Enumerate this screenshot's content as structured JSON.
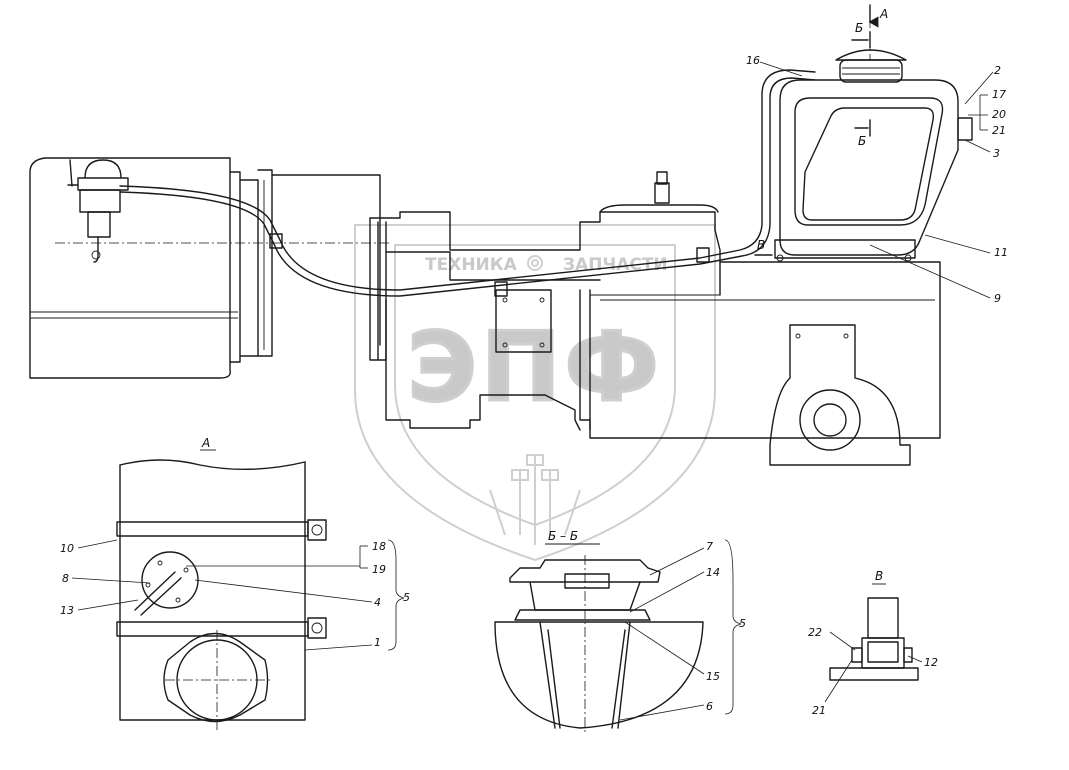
{
  "watermark": {
    "brand_left": "ТЕХНИКА",
    "brand_right": "ЗАПЧАСТИ",
    "logo": "ЭПФ",
    "color": "#c9c9c9"
  },
  "views": {
    "view_a": "А",
    "view_bb": "Б – Б",
    "view_v": "В",
    "marker_a": "А",
    "marker_b_top": "Б",
    "marker_b_mid": "Б",
    "marker_v": "В"
  },
  "callouts": [
    {
      "id": "16",
      "text": "16"
    },
    {
      "id": "2",
      "text": "2"
    },
    {
      "id": "17",
      "text": "17"
    },
    {
      "id": "20",
      "text": "20"
    },
    {
      "id": "21-top",
      "text": "21"
    },
    {
      "id": "3",
      "text": "3"
    },
    {
      "id": "11",
      "text": "11"
    },
    {
      "id": "9",
      "text": "9"
    },
    {
      "id": "10",
      "text": "10"
    },
    {
      "id": "8",
      "text": "8"
    },
    {
      "id": "13",
      "text": "13"
    },
    {
      "id": "18",
      "text": "18"
    },
    {
      "id": "19",
      "text": "19"
    },
    {
      "id": "4",
      "text": "4"
    },
    {
      "id": "5-left",
      "text": "5"
    },
    {
      "id": "1",
      "text": "1"
    },
    {
      "id": "7",
      "text": "7"
    },
    {
      "id": "14",
      "text": "14"
    },
    {
      "id": "15",
      "text": "15"
    },
    {
      "id": "6",
      "text": "6"
    },
    {
      "id": "5-right",
      "text": "5"
    },
    {
      "id": "22",
      "text": "22"
    },
    {
      "id": "12",
      "text": "12"
    },
    {
      "id": "21-bottom",
      "text": "21"
    }
  ],
  "icons": [
    "gear-icon",
    "wheat-ear-icon",
    "shield-icon"
  ]
}
